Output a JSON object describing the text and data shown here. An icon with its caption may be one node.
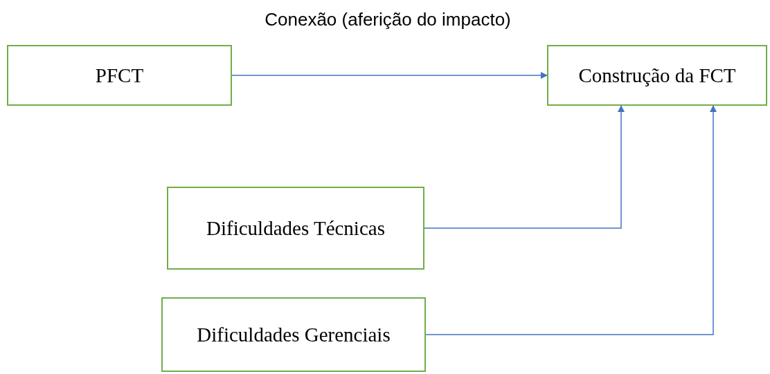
{
  "diagram": {
    "title": "Conexão (aferição do impacto)",
    "nodes": [
      {
        "text": [
          "PFCT"
        ]
      },
      {
        "text": [
          "Construção da FCT"
        ]
      },
      {
        "text": [
          "Dificuldades Técnicas"
        ]
      },
      {
        "text": [
          "Dificuldades Gerenciais"
        ]
      }
    ],
    "edges": [
      {
        "from": 0,
        "to": 1,
        "arrow": "to"
      },
      {
        "from": 2,
        "to": 1,
        "arrow": "to"
      },
      {
        "from": 3,
        "to": 1,
        "arrow": "to"
      }
    ]
  }
}
